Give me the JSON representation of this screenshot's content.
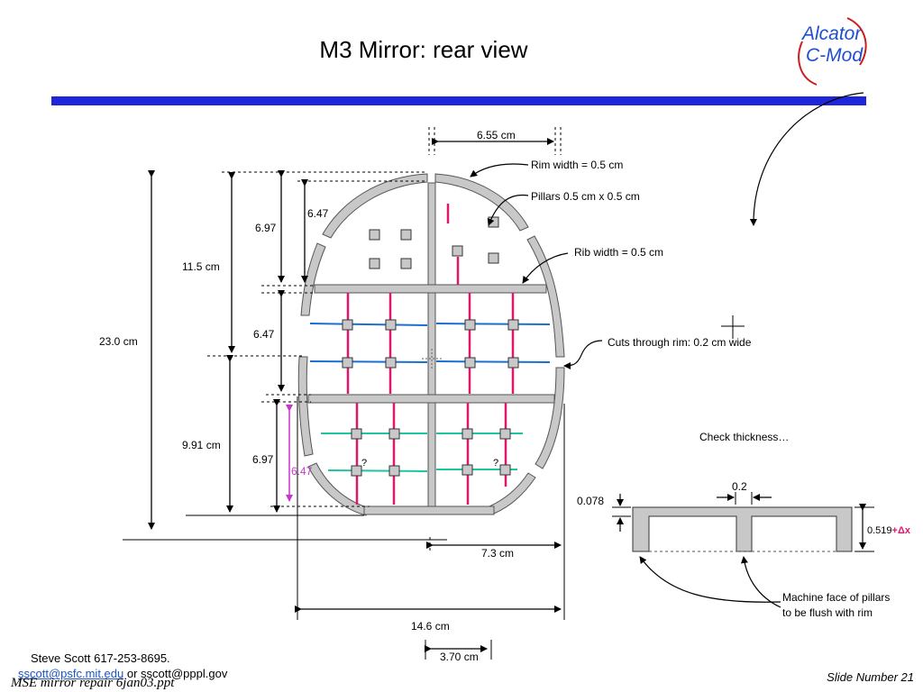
{
  "slide": {
    "title": "M3 Mirror:  rear view",
    "logo": {
      "line1": "Alcator",
      "line2": "C-Mod",
      "color": "#1f4fcf",
      "swoosh_color": "#cc1c1c"
    },
    "divider_color": "#1f25d8",
    "slide_number": "Slide Number 21",
    "file_name": "MSE mirror repair 6jan03.ppt",
    "contact": {
      "line1": "Steve Scott  617-253-8695.",
      "email1": "sscott@psfc.mit.edu",
      "or_text": " or sscott@pppl.gov"
    }
  },
  "labels": {
    "width_top": "6.55 cm",
    "rim_width": "Rim width = 0.5 cm",
    "pillars": "Pillars 0.5 cm x 0.5 cm",
    "rib_width": "Rib width = 0.5 cm",
    "cuts": "Cuts through rim: 0.2 cm wide",
    "height_total": "23.0 cm",
    "height_upper": "11.5 cm",
    "height_lower": "9.91 cm",
    "dim_697_top": "6.97",
    "dim_647_top": "6.47",
    "dim_647_mid": "6.47",
    "dim_697_bottom": "6.97",
    "dim_647_magenta": "6.47",
    "width_half": "7.3 cm",
    "width_full": "14.6 cm",
    "width_small": "3.70 cm",
    "question_1": "?",
    "question_2": "?",
    "check_thickness": "Check thickness…",
    "xs_gap": "0.2",
    "xs_top": "0.078",
    "xs_height": "0.519",
    "xs_delta": "+Δx",
    "machine_face_1": "Machine face of pillars",
    "machine_face_2": "to be flush with rim"
  },
  "colors": {
    "frame_fill": "#c8c8c8",
    "rib_line_blue": "#1a6fd0",
    "rib_line_teal": "#1fc4a0",
    "pillar_line": "#e0186c",
    "magenta_dim": "#cc33cc",
    "delta_red": "#e0186c"
  }
}
